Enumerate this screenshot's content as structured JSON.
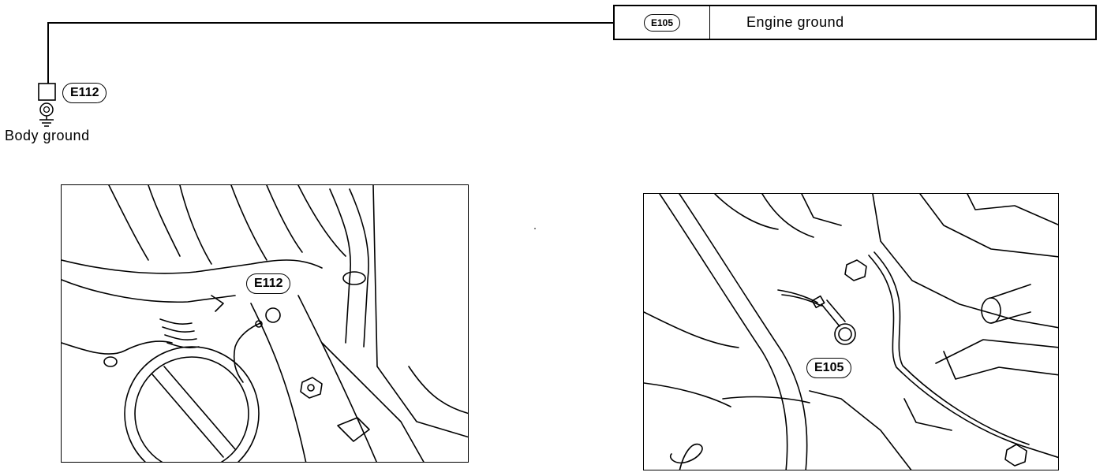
{
  "legend": {
    "code": "E105",
    "label": "Engine ground"
  },
  "body_ground": {
    "code": "E112",
    "label": "Body ground"
  },
  "photo_left": {
    "callout": "E112"
  },
  "photo_right": {
    "callout": "E105"
  }
}
